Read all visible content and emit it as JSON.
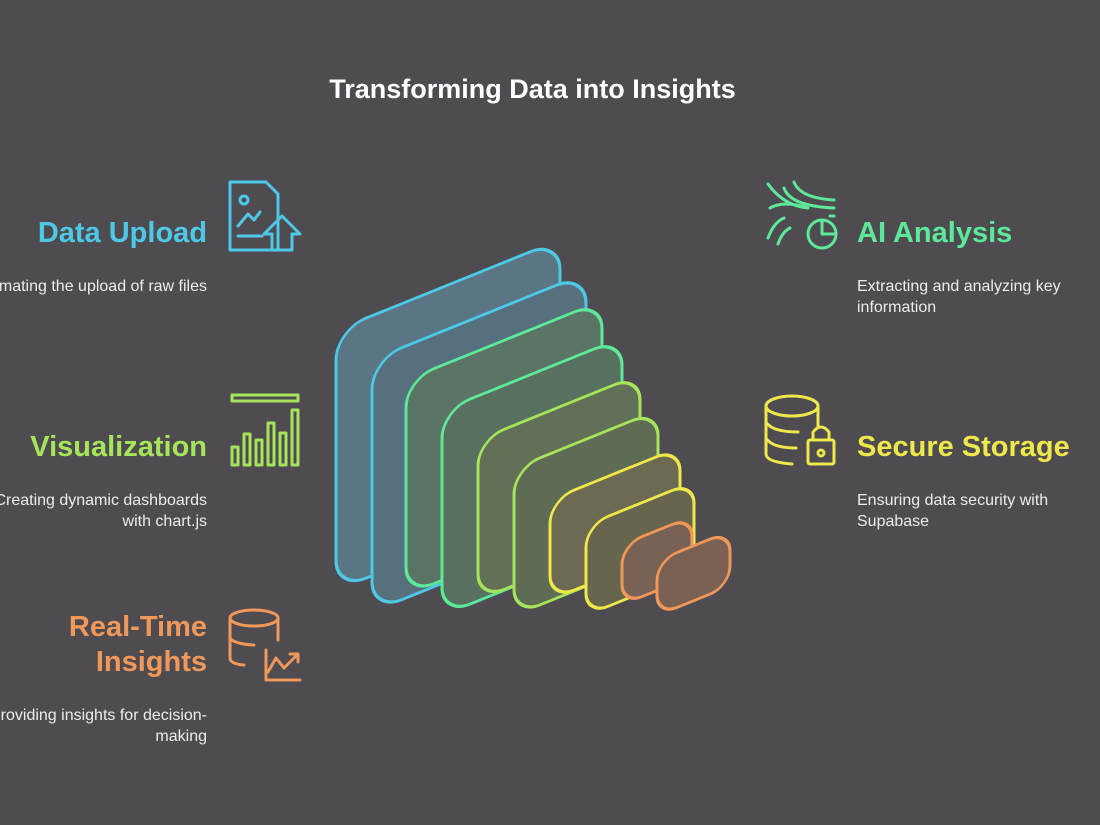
{
  "title": "Transforming Data into Insights",
  "items": [
    {
      "heading": "Data Upload",
      "description": "Automating the upload of raw files",
      "icon": "image-upload-icon",
      "color": "#4dc9e6"
    },
    {
      "heading": "Visualization",
      "description": "Creating dynamic dashboards with chart.js",
      "icon": "bar-chart-icon",
      "color": "#a6e45a"
    },
    {
      "heading": "Real-Time Insights",
      "description": "Providing insights for decision-making",
      "icon": "database-chart-icon",
      "color": "#f0985a"
    },
    {
      "heading": "AI Analysis",
      "description": "Extracting and analyzing key information",
      "icon": "data-flow-pie-icon",
      "color": "#5ee89a"
    },
    {
      "heading": "Secure Storage",
      "description": "Ensuring data security with Supabase",
      "icon": "database-lock-icon",
      "color": "#eee84a"
    }
  ]
}
